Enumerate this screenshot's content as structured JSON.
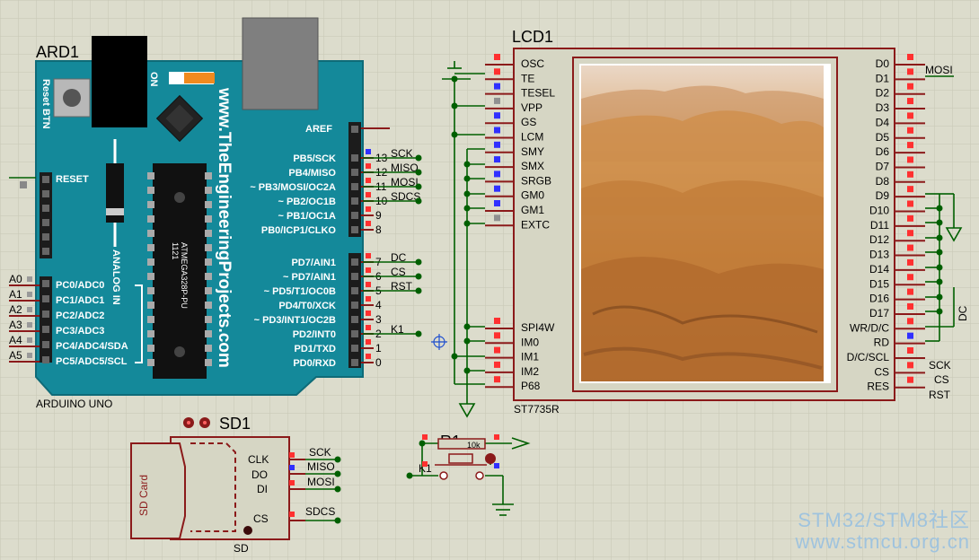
{
  "arduino": {
    "ref": "ARD1",
    "model": "ARDUINO UNO",
    "reset_btn": "Reset BTN",
    "on": "ON",
    "site": "www.TheEngineeringProjects.com",
    "analog_in": "ANALOG IN",
    "chip": "ATMEGA328P-PU",
    "chip_num": "1121",
    "aref": "AREF",
    "reset": "RESET",
    "right_pins_a": [
      {
        "fn": "PB5/SCK",
        "num": "13",
        "net": "SCK"
      },
      {
        "fn": "PB4/MISO",
        "num": "12",
        "net": "MISO"
      },
      {
        "fn": "~ PB3/MOSI/OC2A",
        "num": "11",
        "net": "MOSI"
      },
      {
        "fn": "~ PB2/OC1B",
        "num": "10",
        "net": "SDCS"
      },
      {
        "fn": "~ PB1/OC1A",
        "num": "9",
        "net": ""
      },
      {
        "fn": "PB0/ICP1/CLKO",
        "num": "8",
        "net": ""
      }
    ],
    "right_pins_b": [
      {
        "fn": "PD7/AIN1",
        "num": "7",
        "net": "DC"
      },
      {
        "fn": "~ PD7/AIN1",
        "num": "6",
        "net": "CS"
      },
      {
        "fn": "~ PD5/T1/OC0B",
        "num": "5",
        "net": "RST"
      },
      {
        "fn": "PD4/T0/XCK",
        "num": "4",
        "net": ""
      },
      {
        "fn": "~ PD3/INT1/OC2B",
        "num": "3",
        "net": ""
      },
      {
        "fn": "PD2/INT0",
        "num": "2",
        "net": "K1"
      },
      {
        "fn": "PD1/TXD",
        "num": "1",
        "net": ""
      },
      {
        "fn": "PD0/RXD",
        "num": "0",
        "net": ""
      }
    ],
    "left_pins": [
      {
        "fn": "PC0/ADC0",
        "net": "A0"
      },
      {
        "fn": "PC1/ADC1",
        "net": "A1"
      },
      {
        "fn": "PC2/ADC2",
        "net": "A2"
      },
      {
        "fn": "PC3/ADC3",
        "net": "A3"
      },
      {
        "fn": "PC4/ADC4/SDA",
        "net": "A4"
      },
      {
        "fn": "PC5/ADC5/SCL",
        "net": "A5"
      }
    ]
  },
  "lcd": {
    "ref": "LCD1",
    "model": "ST7735R",
    "left_pins_top": [
      "OSC",
      "TE",
      "TESEL",
      "VPP",
      "GS",
      "LCM",
      "SMY",
      "SMX",
      "SRGB",
      "GM0",
      "GM1",
      "EXTC"
    ],
    "left_pins_bottom": [
      "SPI4W",
      "IM0",
      "IM1",
      "IM2",
      "P68"
    ],
    "right_pins": [
      "D0",
      "D1",
      "D2",
      "D3",
      "D4",
      "D5",
      "D6",
      "D7",
      "D8",
      "D9",
      "D10",
      "D11",
      "D12",
      "D13",
      "D14",
      "D15",
      "D16",
      "D17",
      "WR/D/C",
      "RD",
      "D/C/SCL",
      "CS",
      "RES"
    ],
    "nets": {
      "mosi": "MOSI",
      "dc": "DC",
      "sck": "SCK",
      "cs": "CS",
      "rst": "RST"
    }
  },
  "sd": {
    "ref": "SD1",
    "label": "SD",
    "card": "SD Card",
    "pins": [
      "CLK",
      "DO",
      "DI",
      "CS"
    ],
    "nets": [
      "SCK",
      "MISO",
      "MOSI",
      "SDCS"
    ]
  },
  "resistor": {
    "ref": "R1",
    "value": "10k",
    "button_net": "K1"
  },
  "watermark": {
    "line1": "STM32/STM8社区",
    "line2": "www.stmcu.org.cn"
  },
  "colors": {
    "board": "#1a8a9a",
    "wire": "#005f00",
    "component": "#8b1a1a",
    "pin_red": "#ff3030",
    "pin_blue": "#3030ff",
    "pin_gray": "#909090",
    "grid": "#c8c8b8"
  }
}
